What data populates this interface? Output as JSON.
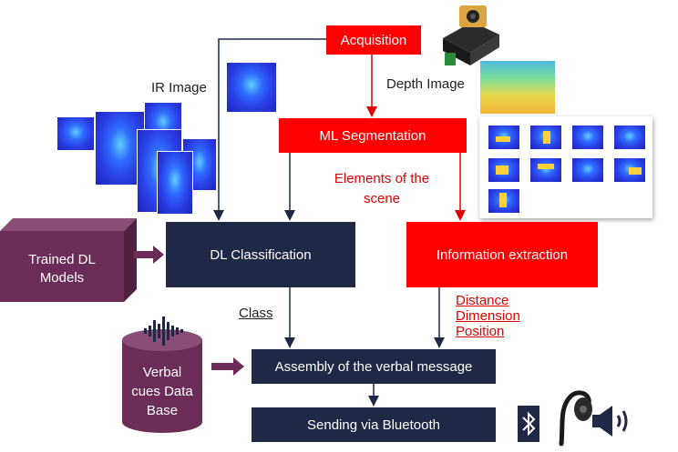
{
  "colors": {
    "red": "#ff0000",
    "navy": "#1f2845",
    "purple": "#6b2c57",
    "arrow_dark": "#1f2845",
    "arrow_red": "#e00000"
  },
  "nodes": {
    "acquisition": "Acquisition",
    "ml_segmentation": "ML Segmentation",
    "dl_classification": "DL Classification",
    "information_extraction": "Information extraction",
    "assembly": "Assembly of the verbal message",
    "sending": "Sending via Bluetooth",
    "trained_models": "Trained DL Models",
    "verbal_db": "Verbal cues Data Base"
  },
  "labels": {
    "ir_image": "IR Image",
    "depth_image": "Depth Image",
    "elements_scene": "Elements of the scene",
    "class": "Class",
    "distance": "Distance",
    "dimension": "Dimension",
    "position": "Position"
  },
  "icons": [
    "camera-sensor-icon",
    "sound-wave-icon",
    "bluetooth-icon",
    "headset-icon",
    "speaker-icon"
  ]
}
